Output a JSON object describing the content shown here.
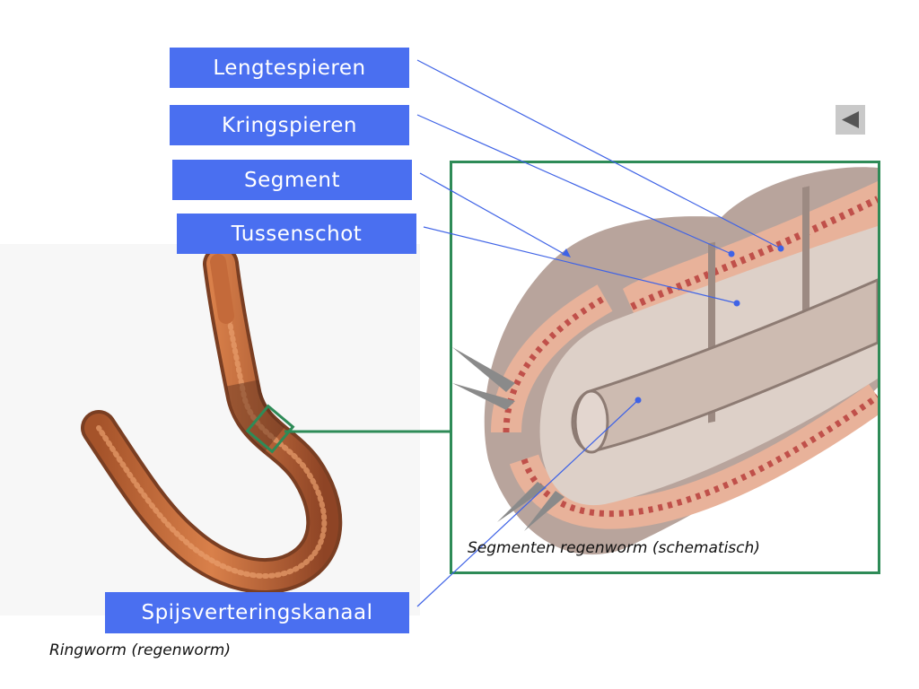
{
  "labels": {
    "lengtespieren": "Lengtespieren",
    "kringspieren": "Kringspieren",
    "segment": "Segment",
    "tussenschot": "Tussenschot",
    "spijsverteringskanaal": "Spijsverteringskanaal"
  },
  "captions": {
    "diagram": "Segmenten regenworm (schematisch)",
    "photo": "Ringworm (regenworm)"
  },
  "colors": {
    "label_bg": "#4a6ff0",
    "frame": "#2e8b57",
    "leader_line": "#3f63e6"
  },
  "icons": {
    "back": "triangle-left-icon"
  }
}
